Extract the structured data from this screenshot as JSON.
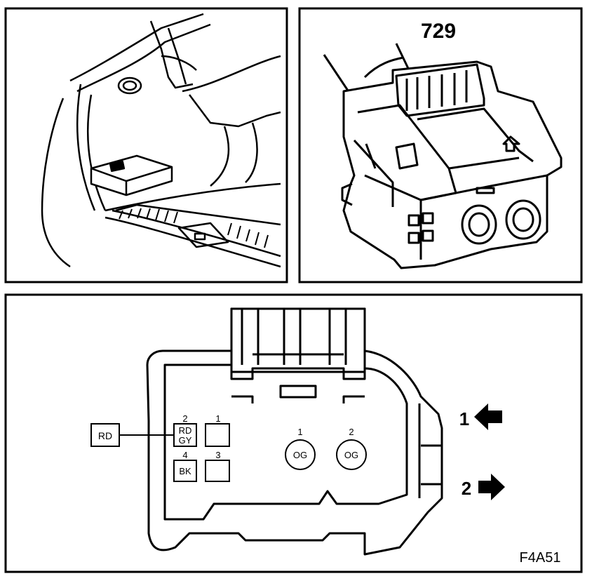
{
  "panels": {
    "connector_number": "729",
    "figure_code": "F4A51"
  },
  "face": {
    "external_wire": "RD",
    "pins": [
      {
        "num": "2",
        "color": "RD\nGY"
      },
      {
        "num": "1",
        "color": ""
      },
      {
        "num": "4",
        "color": "BK"
      },
      {
        "num": "3",
        "color": ""
      }
    ],
    "coax": [
      {
        "num": "1",
        "color": "OG"
      },
      {
        "num": "2",
        "color": "OG"
      }
    ],
    "arrows": [
      {
        "num": "1",
        "direction": "left"
      },
      {
        "num": "2",
        "direction": "right"
      }
    ]
  }
}
